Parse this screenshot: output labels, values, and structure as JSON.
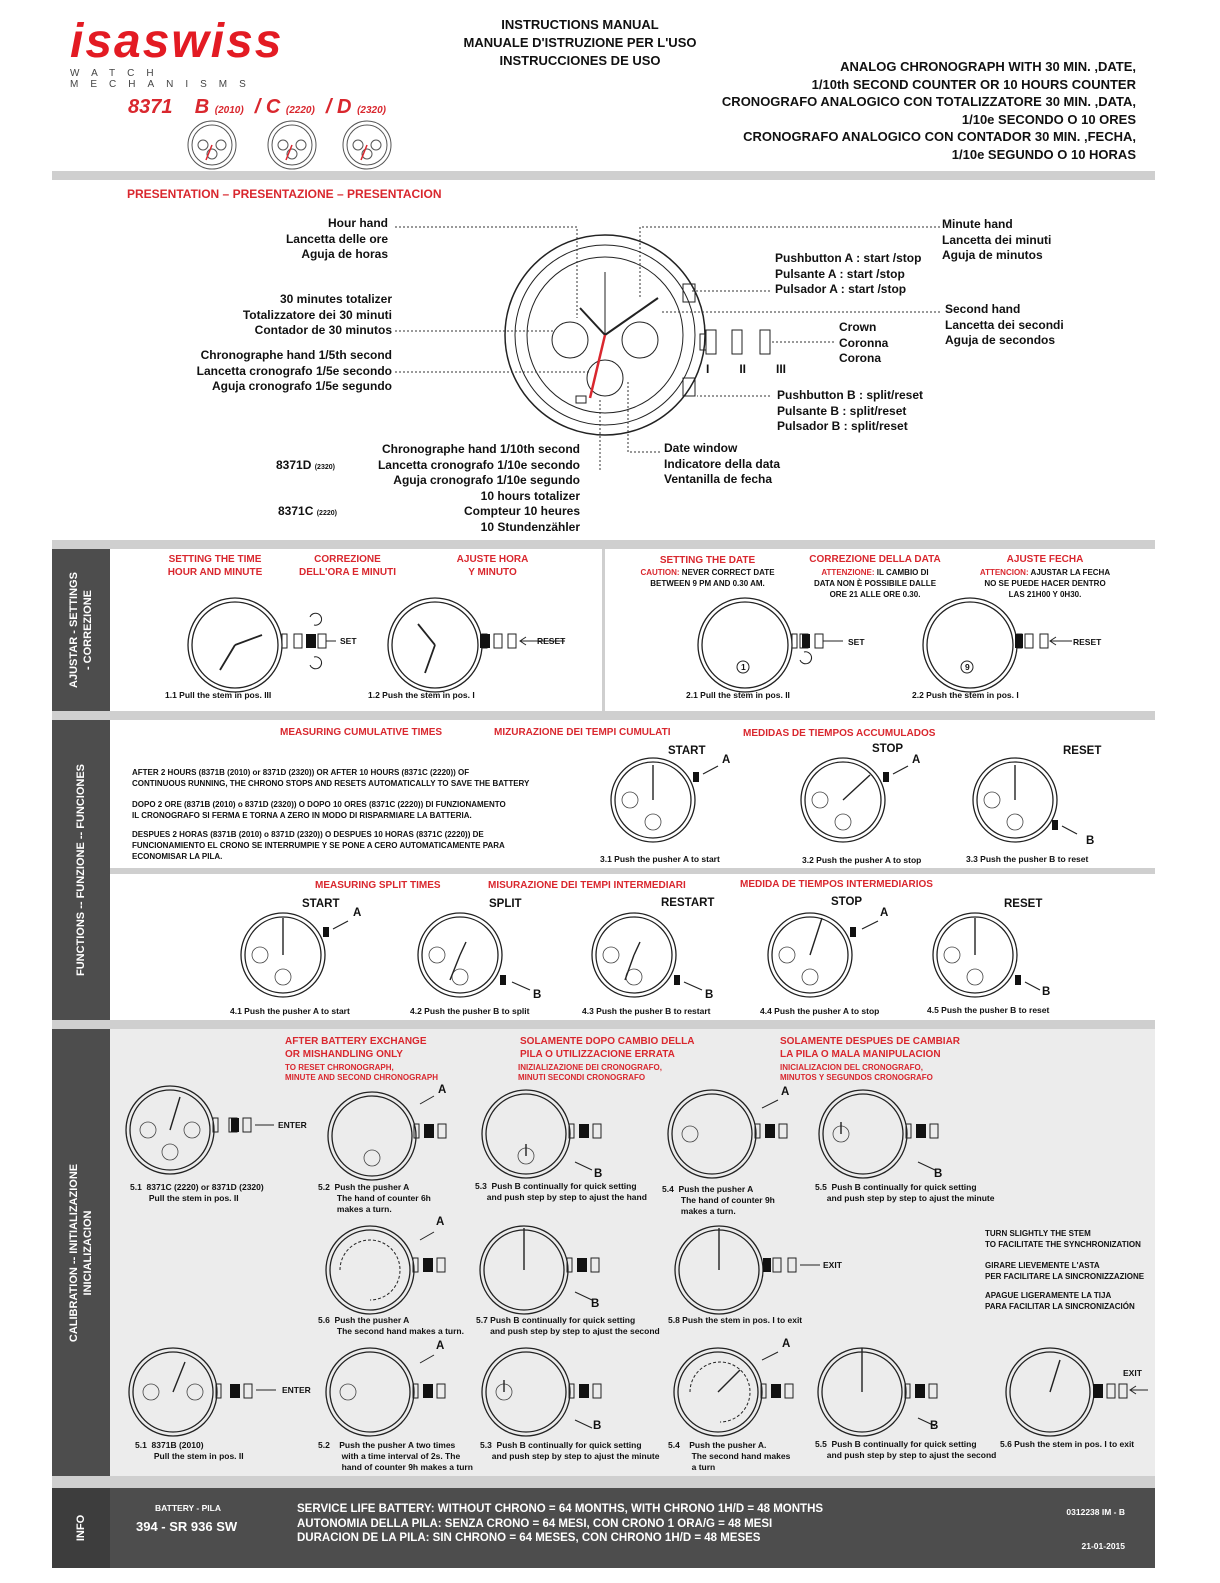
{
  "brand": {
    "name": "isaswiss",
    "tagline": "WATCH MECHANISMS"
  },
  "header": {
    "manual_titles": [
      "INSTRUCTIONS MANUAL",
      "MANUALE D'ISTRUZIONE PER L'USO",
      "INSTRUCCIONES DE USO"
    ],
    "product_desc": [
      "ANALOG CHRONOGRAPH  WITH 30 MIN. ,DATE,",
      "1/10th SECOND COUNTER OR 10 HOURS COUNTER",
      "CRONOGRAFO ANALOGICO CON TOTALIZZATORE 30 MIN. ,DATA,",
      "1/10e SECONDO O 10 ORES",
      "CRONOGRAFO ANALOGICO CON CONTADOR 30 MIN. ,FECHA,",
      "1/10e SEGUNDO O 10 HORAS"
    ],
    "model_main": "8371",
    "variants": [
      {
        "letter": "B",
        "code": "(2010)"
      },
      {
        "letter": "C",
        "code": "(2220)"
      },
      {
        "letter": "D",
        "code": "(2320)"
      }
    ]
  },
  "presentation": {
    "title": "PRESENTATION – PRESENTAZIONE – PRESENTACION",
    "hour_hand": [
      "Hour hand",
      "Lancetta delle ore",
      "Aguja de horas"
    ],
    "totalizer30": [
      "30 minutes totalizer",
      "Totalizzatore dei 30 minuti",
      "Contador de 30 minutos"
    ],
    "chrono_fifth": [
      "Chronographe hand 1/5th second",
      "Lancetta cronografo  1/5e secondo",
      "Aguja cronografo  1/5e segundo"
    ],
    "chrono_tenth": [
      "Chronographe hand 1/10th second",
      "Lancetta cronografo  1/10e secondo",
      "Aguja cronografo  1/10e segundo"
    ],
    "ten_hours": [
      "10 hours totalizer",
      "Compteur 10 heures",
      "10 Stundenzähler"
    ],
    "model_d": "8371D",
    "model_d_code": "(2320)",
    "model_c": "8371C",
    "model_c_code": "(2220)",
    "minute_hand": [
      "Minute hand",
      "Lancetta dei minuti",
      "Aguja de minutos"
    ],
    "pushbutton_a": [
      "Pushbutton A : start /stop",
      "Pulsante A : start /stop",
      "Pulsador A : start /stop"
    ],
    "second_hand": [
      "Second hand",
      "Lancetta dei secondi",
      "Aguja de secondos"
    ],
    "crown": [
      "Crown",
      "Coronna",
      "Corona"
    ],
    "positions": [
      "I",
      "II",
      "III"
    ],
    "pushbutton_b": [
      "Pushbutton B : split/reset",
      "Pulsante B : split/reset",
      "Pulsador B : split/reset"
    ],
    "date_window": [
      "Date window",
      "Indicatore della data",
      "Ventanilla de fecha"
    ]
  },
  "settings": {
    "side": [
      "AJUSTAR - SETTINGS",
      "- CORREZIONE"
    ],
    "time_titles": [
      "SETTING THE TIME\nHOUR AND MINUTE",
      "CORREZIONE\nDELL'ORA E MINUTI",
      "AJUSTE HORA\nY MINUTO"
    ],
    "date_titles": [
      "SETTING THE DATE",
      "CORREZIONE DELLA DATA",
      "AJUSTE FECHA"
    ],
    "date_cautions": [
      {
        "label": "CAUTION:",
        "text": " NEVER CORRECT DATE\nBETWEEN 9 PM AND 0.30 AM."
      },
      {
        "label": "ATTENZIONE:",
        "text": " IL CAMBIO DI\nDATA NON È POSSIBILE DALLE\nORE 21 ALLE ORE 0.30."
      },
      {
        "label": "ATTENCION:",
        "text": " AJUSTAR  LA FECHA\nNO SE PUEDE HACER DENTRO\nLAS 21H00 Y 0H30."
      }
    ],
    "set": "SET",
    "reset": "RESET",
    "step_1_1": "1.1  Pull the stem in pos. III",
    "step_1_2": "1.2  Push the stem in pos. I",
    "step_2_1": "2.1  Pull the stem in pos. II",
    "step_2_2": "2.2  Push the stem in pos. I",
    "date_1": "1",
    "date_9": "9"
  },
  "functions": {
    "side": "FUNCTIONS  --  FUNZIONE  --  FUNCIONES",
    "cumulative_titles": [
      "MEASURING CUMULATIVE TIMES",
      "MIZURAZIONE DEI TEMPI CUMULATI",
      "MEDIDAS DE TIEMPOS ACCUMULADOS"
    ],
    "auto_en": "AFTER 2 HOURS (8371B (2010) or 8371D (2320)) OR AFTER 10 HOURS (8371C (2220)) OF\nCONTINUOUS RUNNING, THE CHRONO STOPS AND RESETS AUTOMATICALLY TO SAVE THE BATTERY",
    "auto_it": "DOPO 2 ORE (8371B (2010) o 8371D (2320)) O DOPO 10 ORES (8371C (2220)) DI FUNZIONAMENTO\nIL CRONOGRAFO SI FERMA E TORNA A ZERO IN MODO DI RISPARMIARE LA BATTERIA.",
    "auto_es": "DESPUES 2 HORAS (8371B (2010) o 8371D (2320)) O DESPUES 10 HORAS (8371C (2220)) DE\nFUNCIONAMIENTO EL CRONO SE INTERRUMPIE Y SE PONE A CERO AUTOMATICAMENTE PARA\nECONOMISAR LA PILA.",
    "start": "START",
    "stop": "STOP",
    "reset": "RESET",
    "split": "SPLIT",
    "restart": "RESTART",
    "a": "A",
    "b": "B",
    "step_3_1": "3.1  Push the pusher A to start",
    "step_3_2": "3.2  Push the pusher A to stop",
    "step_3_3": "3.3  Push the pusher B to reset",
    "split_titles": [
      "MEASURING SPLIT TIMES",
      "MISURAZIONE DEI TEMPI INTERMEDIARI",
      "MEDIDA DE TIEMPOS INTERMEDIARIOS"
    ],
    "step_4_1": "4.1  Push the pusher A to start",
    "step_4_2": "4.2  Push the pusher B to split",
    "step_4_3": "4.3  Push the pusher B to restart",
    "step_4_4": "4.4  Push the pusher A to stop",
    "step_4_5": "4.5  Push the pusher B to reset"
  },
  "calibration": {
    "side": [
      "CALIBRATION  --  INITIALIZAZIONE",
      "INICIALIZACION"
    ],
    "titles": [
      {
        "main": "AFTER BATTERY EXCHANGE\nOR MISHANDLING ONLY",
        "sub": "TO RESET CHRONOGRAPH,\nMINUTE AND SECOND CHRONOGRAPH"
      },
      {
        "main": "SOLAMENTE DOPO CAMBIO DELLA\nPILA O UTILIZZACIONE ERRATA",
        "sub": "INIZIALIZAZIONE DEI CRONOGRAFO,\nMINUTI SECONDI CRONOGRAFO"
      },
      {
        "main": "SOLAMENTE DESPUES DE CAMBIAR\nLA PILA O MALA MANIPULACION",
        "sub": "INICIALIZACION DEL CRONOGRAFO,\nMINUTOS Y SEGUNDOS CRONOGRAFO"
      }
    ],
    "enter": "ENTER",
    "exit": "EXIT",
    "cd_5_1": "5.1  8371C (2220) or 8371D (2320)\n        Pull the stem in pos. II",
    "cd_5_2": "5.2  Push the pusher A\n        The hand of counter 6h\n        makes a turn.",
    "cd_5_3": "5.3  Push B continually for quick setting\n     and push step by step to ajust the hand",
    "cd_5_4": "5.4  Push the pusher A\n        The hand of counter 9h\n        makes a turn.",
    "cd_5_5": "5.5  Push B continually for quick setting\n     and push step by step to ajust the minute",
    "cd_5_6": "5.6  Push the pusher A\n        The second hand makes a turn.",
    "cd_5_7": "5.7 Push B continually for quick setting\n      and push step by step to ajust the second",
    "cd_5_8": "5.8  Push the stem in pos. I to exit",
    "hint": [
      "TURN SLIGHTLY THE STEM\nTO FACILITATE THE SYNCHRONIZATION",
      "GIRARE LIEVEMENTE L'ASTA\nPER FACILITARE LA SINCRONIZZAZIONE",
      "APAGUE LIGERAMENTE LA TIJA\nPARA FACILITAR LA SINCRONIZACIÓN"
    ],
    "b_5_1": "5.1  8371B (2010)\n        Pull the stem in pos. II",
    "b_5_2": "5.2    Push the pusher A two times\n          with a time interval of 2s. The\n          hand of counter 9h makes a turn",
    "b_5_3": "5.3  Push B continually for quick setting\n     and push step by step to ajust the minute",
    "b_5_4": "5.4    Push the pusher A.\n          The second hand makes\n          a turn",
    "b_5_5": "5.5  Push B continually for quick setting\n     and push step by step to ajust the second",
    "b_5_6": "5.6  Push the stem in pos. I to exit"
  },
  "info": {
    "side": "INFO",
    "battery_label": "BATTERY - PILA",
    "battery": "394 - SR 936 SW",
    "service": [
      "SERVICE LIFE BATTERY: WITHOUT CHRONO = 64 MONTHS, WITH CHRONO 1H/D = 48 MONTHS",
      "AUTONOMIA DELLA PILA: SENZA CRONO = 64 MESI, CON CRONO 1 ORA/G = 48 MESI",
      "DURACION DE LA PILA: SIN CHRONO = 64 MESES, CON CHRONO 1H/D = 48 MESES"
    ],
    "doc_id": "0312238 IM - B",
    "date": "21-01-2015"
  }
}
